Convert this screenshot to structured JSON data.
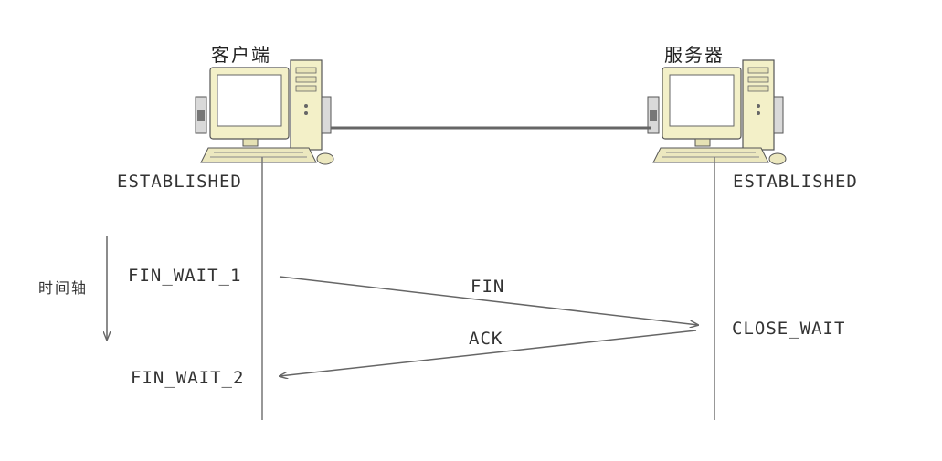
{
  "client": {
    "title": "客户端",
    "state_established": "ESTABLISHED",
    "state_wait1": "FIN_WAIT_1",
    "state_wait2": "FIN_WAIT_2",
    "icon": "computer-icon"
  },
  "server": {
    "title": "服务器",
    "state_established": "ESTABLISHED",
    "state_close_wait": "CLOSE_WAIT",
    "icon": "computer-icon"
  },
  "time_axis": {
    "label": "时间轴"
  },
  "messages": {
    "fin": "FIN",
    "ack": "ACK"
  },
  "colors": {
    "line": "#666666",
    "computer_body": "#f3f0c8",
    "screen": "#ffffff"
  }
}
